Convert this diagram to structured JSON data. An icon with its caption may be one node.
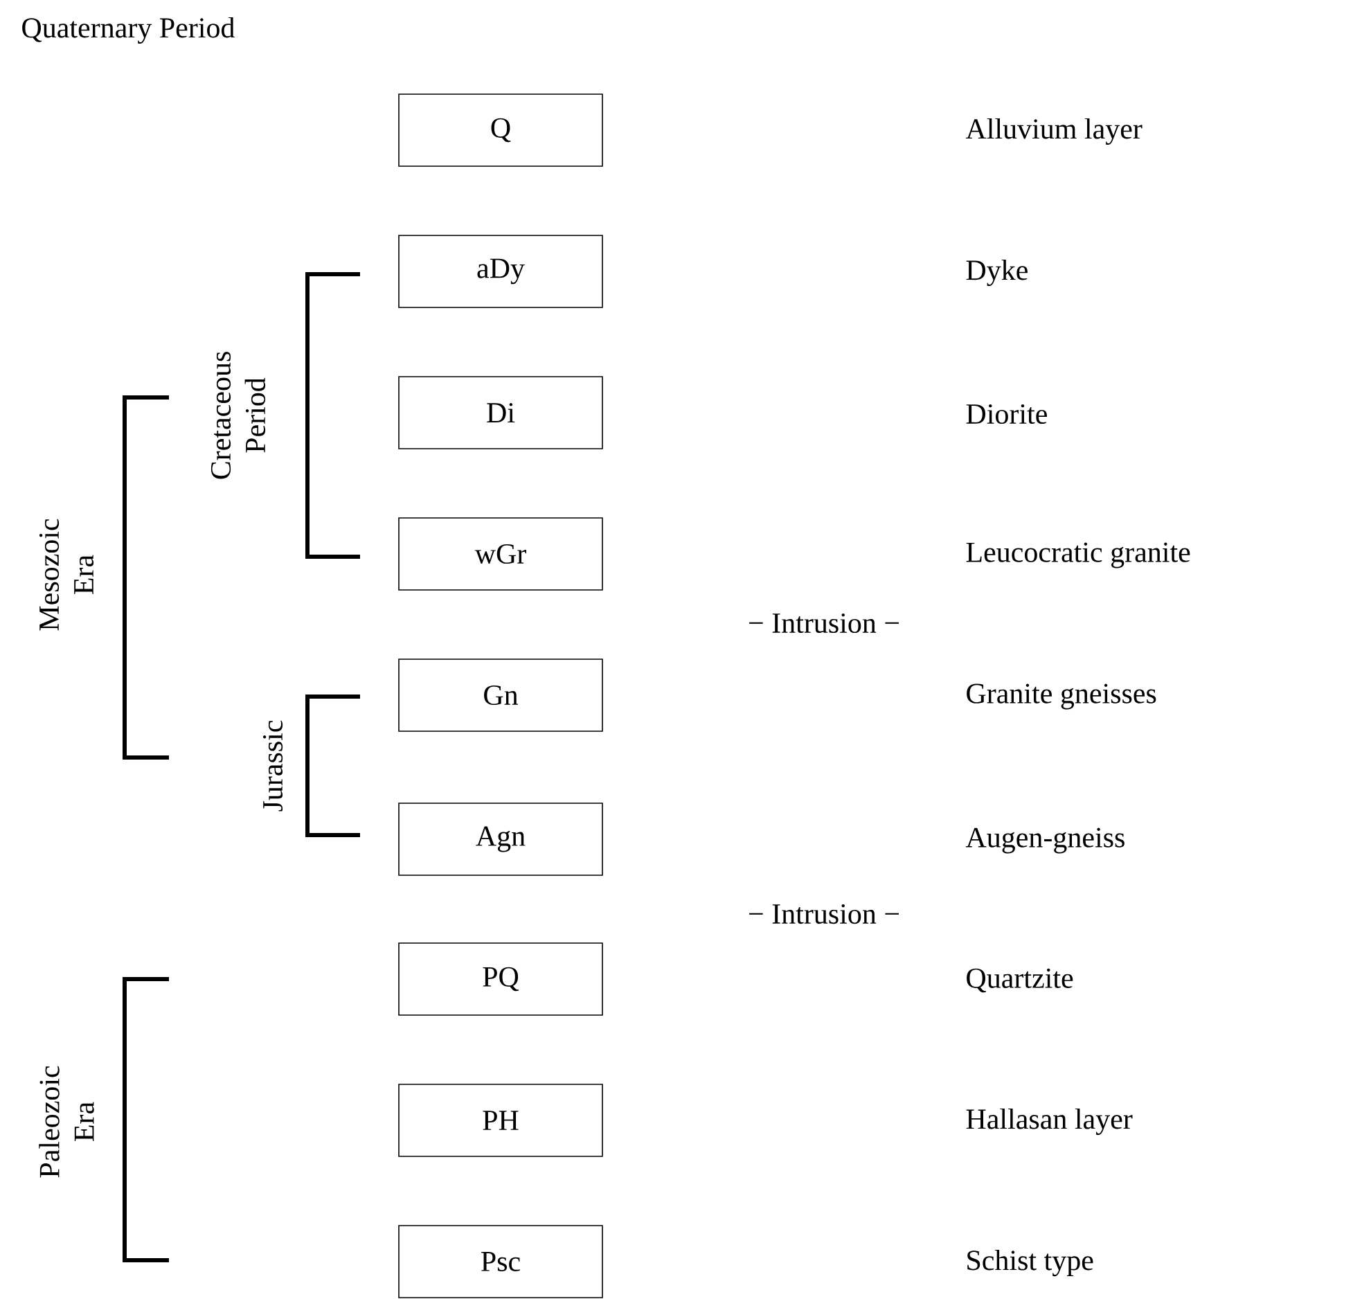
{
  "diagram": {
    "title": "Quaternary Period",
    "nodes": [
      {
        "text": [
          "Q"
        ]
      },
      {
        "text": [
          "aDy"
        ]
      },
      {
        "text": [
          "Di"
        ]
      },
      {
        "text": [
          "wGr"
        ]
      },
      {
        "text": [
          "Gn"
        ]
      },
      {
        "text": [
          "Agn"
        ]
      },
      {
        "text": [
          "PQ"
        ]
      },
      {
        "text": [
          "PH"
        ]
      },
      {
        "text": [
          "Psc"
        ]
      }
    ],
    "labels": [
      "Alluvium layer",
      "Dyke",
      "Cretaceous Period",
      "Diorite",
      "Leucocratic granite",
      "Mesozoic Era",
      "− Intrusion −",
      "Granite gneisses",
      "Jurassic",
      "Augen-gneiss",
      "− Intrusion −",
      "Quartzite",
      "Paleozoic Era",
      "Hallasan layer",
      "Schist type"
    ]
  }
}
